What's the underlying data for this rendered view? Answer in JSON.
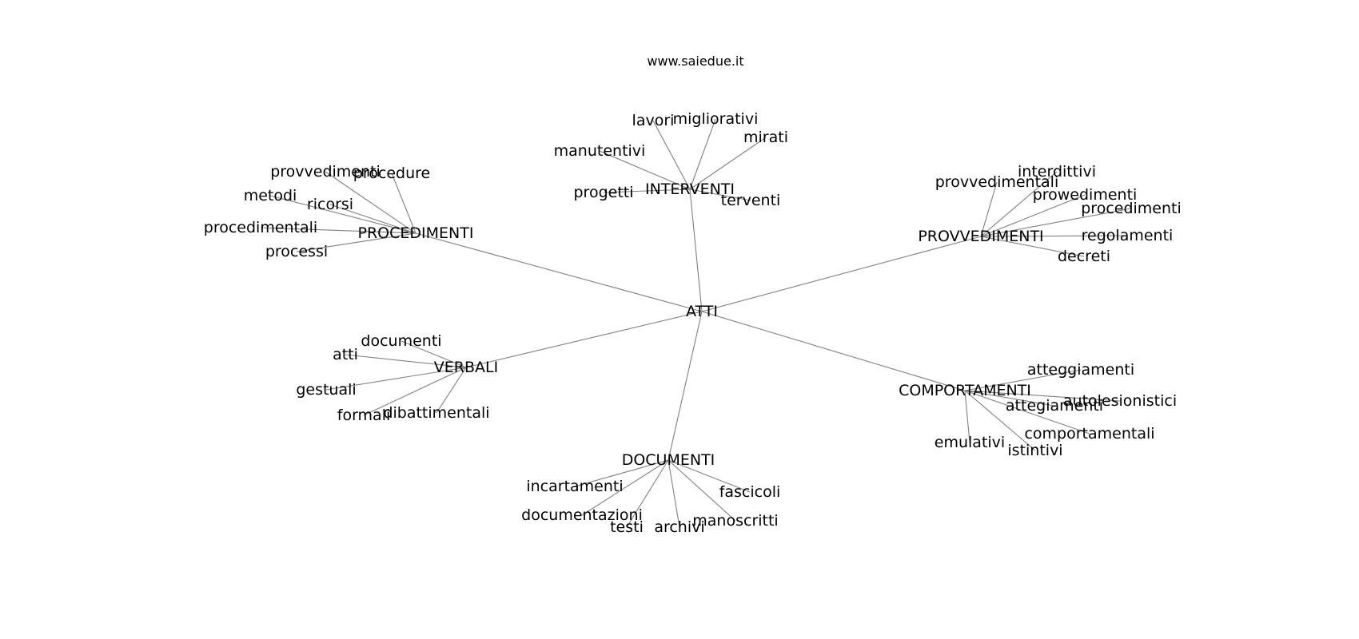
{
  "title": "www.saiedue.it",
  "graph": {
    "root": "ATTI",
    "groups": [
      {
        "hub": "INTERVENTI",
        "leaves": [
          "lavori",
          "migliorativi",
          "mirati",
          "manutentivi",
          "progetti",
          "terventi"
        ]
      },
      {
        "hub": "PROCEDIMENTI",
        "leaves": [
          "provvedimenti",
          "procedure",
          "metodi",
          "ricorsi",
          "procedimentali",
          "processi"
        ]
      },
      {
        "hub": "PROVVEDIMENTI",
        "leaves": [
          "interdittivi",
          "provvedimentali",
          "prowedimenti",
          "procedimenti",
          "regolamenti",
          "decreti"
        ]
      },
      {
        "hub": "VERBALI",
        "leaves": [
          "documenti",
          "atti",
          "gestuali",
          "formali",
          "dibattimentali"
        ]
      },
      {
        "hub": "COMPORTAMENTI",
        "leaves": [
          "atteggiamenti",
          "autolesionistici",
          "attegiamenti",
          "comportamentali",
          "emulativi",
          "istintivi"
        ]
      },
      {
        "hub": "DOCUMENTI",
        "leaves": [
          "incartamenti",
          "fascicoli",
          "documentazioni",
          "testi",
          "archivi",
          "manoscritti"
        ]
      }
    ]
  },
  "colors": {
    "edge": "#808080",
    "text": "#000000",
    "background": "#ffffff"
  }
}
